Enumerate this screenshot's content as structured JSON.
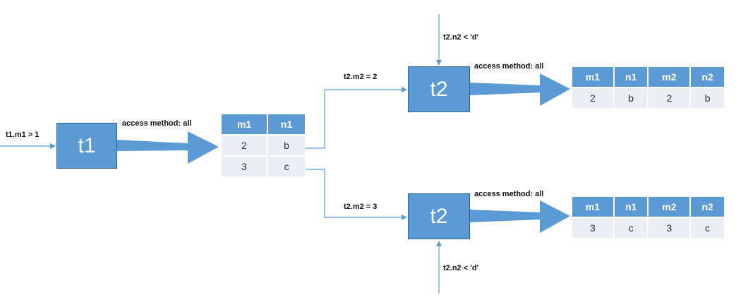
{
  "colors": {
    "box_fill": "#5b9bd5",
    "box_border": "#2f5f8e",
    "line": "#5b9bd5",
    "header_fill": "#5b9bd5",
    "cell_fill": "#e9edf4"
  },
  "t1": {
    "label": "t1",
    "condition": "t1.m1 > 1",
    "access": "access method: all",
    "table": {
      "headers": [
        "m1",
        "n1"
      ],
      "rows": [
        [
          "2",
          "b"
        ],
        [
          "3",
          "c"
        ]
      ]
    }
  },
  "t2_top": {
    "label": "t2",
    "join": "t2.m2 = 2",
    "condition": "t2.n2 < 'd'",
    "access": "access method: all",
    "table": {
      "headers": [
        "m1",
        "n1",
        "m2",
        "n2"
      ],
      "rows": [
        [
          "2",
          "b",
          "2",
          "b"
        ]
      ]
    }
  },
  "t2_bottom": {
    "label": "t2",
    "join": "t2.m2 = 3",
    "condition": "t2.n2 < 'd'",
    "access": "access method: all",
    "table": {
      "headers": [
        "m1",
        "n1",
        "m2",
        "n2"
      ],
      "rows": [
        [
          "3",
          "c",
          "3",
          "c"
        ]
      ]
    }
  }
}
